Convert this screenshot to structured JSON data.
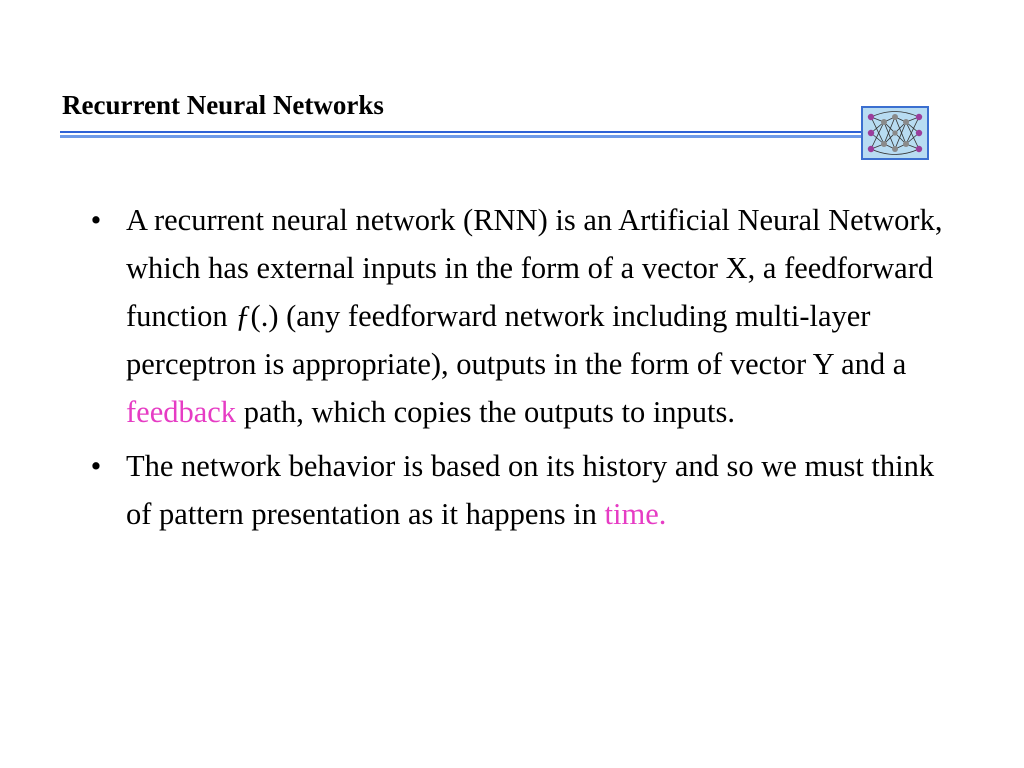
{
  "slide": {
    "title": "Recurrent Neural Networks",
    "logo_icon": "neural-network-icon",
    "bullet_glyph": "•",
    "bullet1": {
      "part1": "A recurrent neural network (RNN) is an Artificial Neural Network, which has external inputs in the form of a  vector X, a feedforward function ",
      "math_symbol": "ƒ",
      "part2": "(.) (any feedforward network including multi-layer perceptron is appropriate), outputs in the form of vector Y and a ",
      "highlight": "feedback",
      "part3": " path, which copies the outputs to inputs."
    },
    "bullet2": {
      "part1": "The network behavior is based on its history and so we must think of pattern presentation as it happens in ",
      "highlight": "time."
    }
  },
  "colors": {
    "highlight": "#e63cc4",
    "rule": "#2f63d6",
    "logo_background": "#b8dcf2",
    "logo_node_purple": "#9b3d9b",
    "logo_node_gray": "#8a8a8a"
  }
}
